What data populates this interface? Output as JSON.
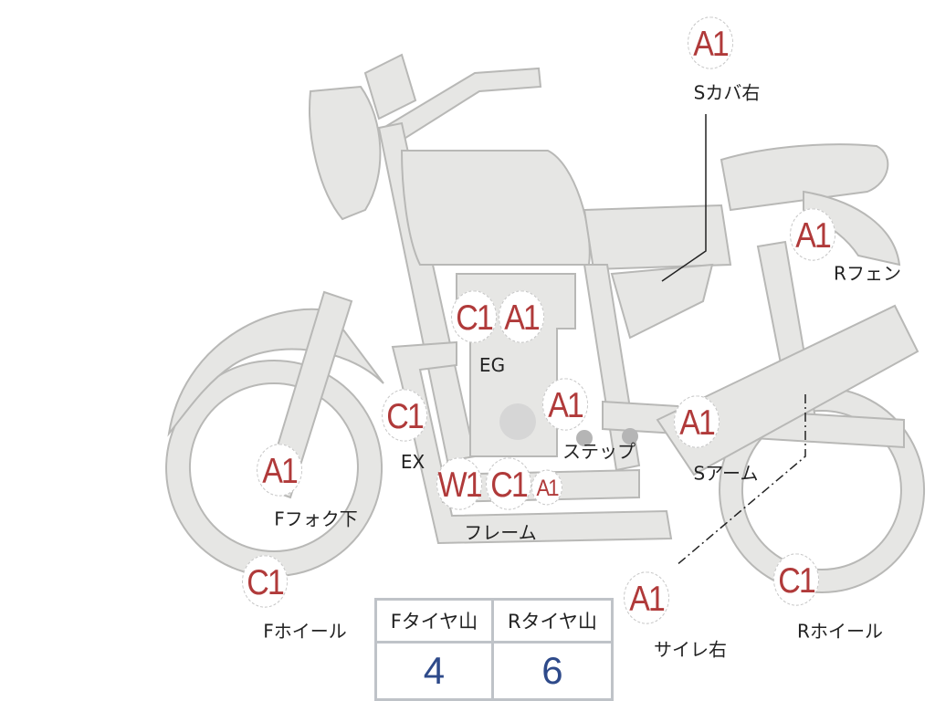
{
  "colors": {
    "grade": "#b03a3a",
    "value": "#2e4a8a",
    "body": "#e6e6e4",
    "outline": "#b8b8b6"
  },
  "parts": [
    {
      "grade": "A1",
      "label": "Sカバ右"
    },
    {
      "grade": "A1",
      "label": "Rフェン"
    },
    {
      "grade": "C1",
      "label": ""
    },
    {
      "grade": "A1",
      "label": "EG"
    },
    {
      "grade": "C1",
      "label": "EX"
    },
    {
      "grade": "A1",
      "label": "ステップ"
    },
    {
      "grade": "A1",
      "label": "Sアーム"
    },
    {
      "grade": "A1",
      "label": "Fフォク下"
    },
    {
      "grade": "W1",
      "label": ""
    },
    {
      "grade": "C1",
      "label": "フレーム"
    },
    {
      "grade": "A1",
      "label": ""
    },
    {
      "grade": "C1",
      "label": "Fホイール"
    },
    {
      "grade": "A1",
      "label": "サイレ右"
    },
    {
      "grade": "C1",
      "label": "Rホイール"
    }
  ],
  "tire_table": {
    "headers": [
      "Fタイヤ山",
      "Rタイヤ山"
    ],
    "values": [
      "4",
      "6"
    ]
  }
}
